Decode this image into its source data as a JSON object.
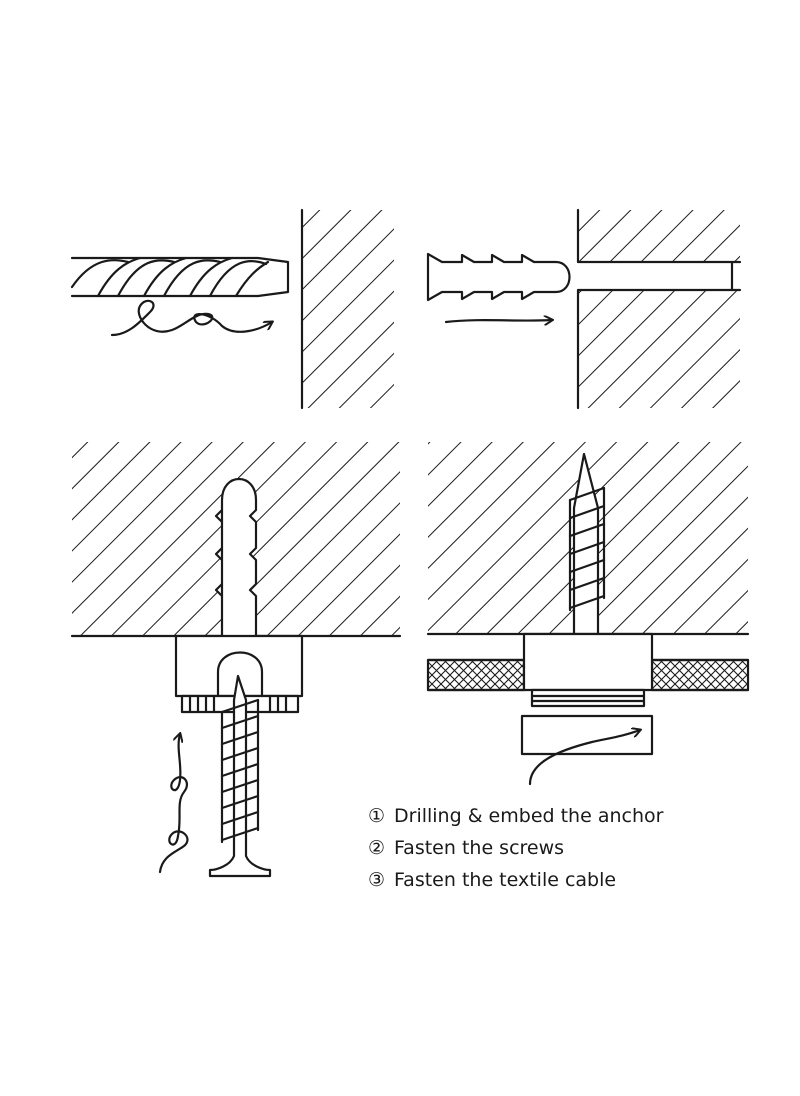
{
  "steps": [
    {
      "marker": "①",
      "text": "Drilling & embed the anchor"
    },
    {
      "marker": "②",
      "text": "Fasten the screws"
    },
    {
      "marker": "③",
      "text": "Fasten the textile cable"
    }
  ],
  "colors": {
    "line": "#1a1a1a",
    "background": "#ffffff"
  },
  "icons": [
    "drill-bit-icon",
    "wall-anchor-icon",
    "screw-icon",
    "textile-cable-icon",
    "rotation-arrow-icon"
  ]
}
